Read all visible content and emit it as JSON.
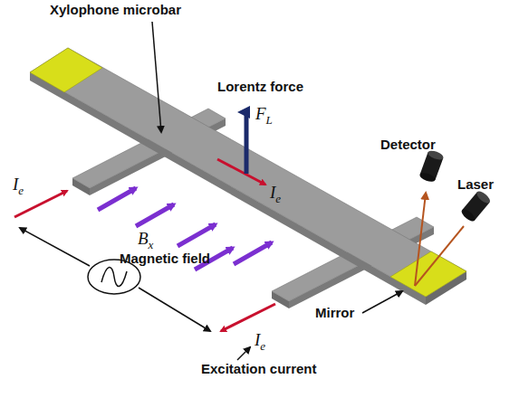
{
  "diagram": {
    "labels": [
      "Xylophone microbar",
      "Lorentz force",
      "FL",
      "Ie",
      "Ie",
      "Detector",
      "Laser",
      "Bx",
      "Magnetic field",
      "Mirror",
      "Ie",
      "Excitation current"
    ]
  }
}
